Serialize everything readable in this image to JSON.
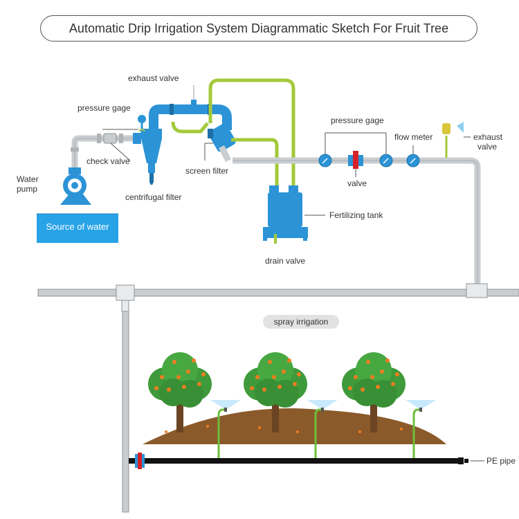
{
  "title": "Automatic Drip Irrigation System Diagrammatic Sketch For Fruit Tree",
  "labels": {
    "water_pump_line1": "Water",
    "water_pump_line2": "pump",
    "source_of_water": "Source of water",
    "check_valve": "check valve",
    "pressure_gage_left": "pressure gage",
    "exhaust_valve_top": "exhaust valve",
    "centrifugal_filter": "centrifugal filter",
    "screen_filter": "screen filter",
    "fertilizing_tank": "Fertilizing tank",
    "drain_valve": "drain valve",
    "pressure_gage_right": "pressure gage",
    "valve": "valve",
    "flow_meter": "flow meter",
    "exhaust_valve_right_line1": "exhaust",
    "exhaust_valve_right_line2": "valve",
    "spray_irrigation": "spray irrigation",
    "pe_pipe": "PE pipe"
  },
  "colors": {
    "pipe_gray": "#c9cdd0",
    "pipe_outline": "#8f9499",
    "equipment_blue": "#2b93d6",
    "water_blue": "#29a3e8",
    "hose_green": "#a3c93a",
    "soil_brown": "#8b5a2b",
    "tree_green": "#3e9a3a",
    "fruit_orange": "#f07d1f",
    "valve_red": "#d6222a"
  }
}
